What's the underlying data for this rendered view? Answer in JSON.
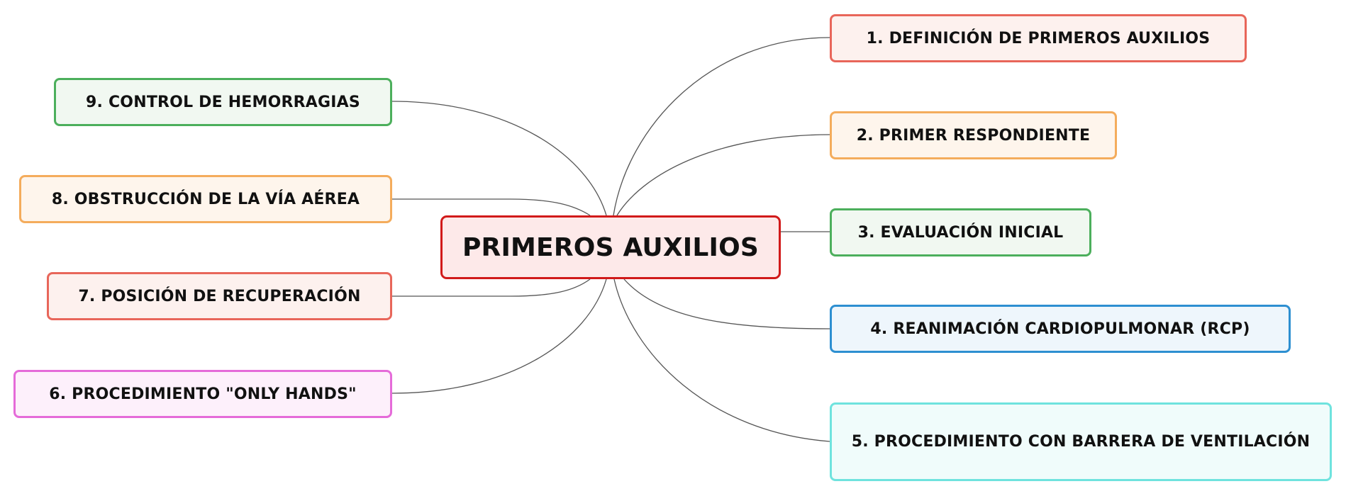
{
  "central_topic": {
    "label": "PRIMEROS AUXILIOS",
    "border": "#d11a1a",
    "fill": "#fde9e9"
  },
  "topics": [
    {
      "id": "t1",
      "label": "1. DEFINICIÓN DE PRIMEROS AUXILIOS",
      "border": "#e8665a",
      "fill": "#fdf1ee"
    },
    {
      "id": "t2",
      "label": "2. PRIMER RESPONDIENTE",
      "border": "#f4ac5c",
      "fill": "#fef5ec"
    },
    {
      "id": "t3",
      "label": "3. EVALUACIÓN INICIAL",
      "border": "#4caf5c",
      "fill": "#f1f8f1"
    },
    {
      "id": "t4",
      "label": "4. REANIMACIÓN CARDIOPULMONAR (RCP)",
      "border": "#2d8fd1",
      "fill": "#eef6fc"
    },
    {
      "id": "t5",
      "label": "5. PROCEDIMIENTO CON BARRERA DE VENTILACIÓN",
      "border": "#6fe3de",
      "fill": "#f0fcfb"
    },
    {
      "id": "t6",
      "label": "6. PROCEDIMIENTO \"ONLY HANDS\"",
      "border": "#e56bd9",
      "fill": "#fdf0fb"
    },
    {
      "id": "t7",
      "label": "7. POSICIÓN DE RECUPERACIÓN",
      "border": "#e8665a",
      "fill": "#fdf1ee"
    },
    {
      "id": "t8",
      "label": "8. OBSTRUCCIÓN DE LA VÍA AÉREA",
      "border": "#f4ac5c",
      "fill": "#fef5ec"
    },
    {
      "id": "t9",
      "label": "9. CONTROL DE HEMORRAGIAS",
      "border": "#4caf5c",
      "fill": "#f1f8f1"
    }
  ],
  "connector_color": "#555555"
}
